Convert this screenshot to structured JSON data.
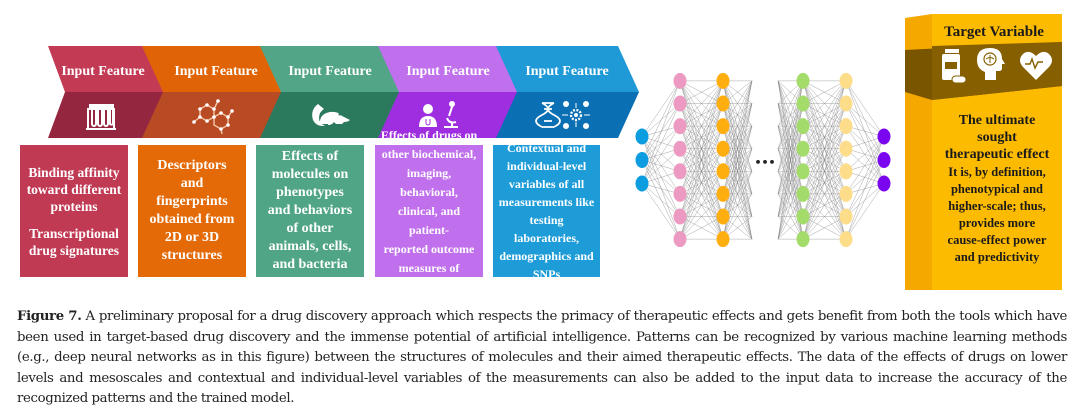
{
  "input_features": [
    {
      "title": "Input Feature",
      "icon": "test-tubes-icon",
      "color_top": "#c33a55",
      "color_bottom": "#952640",
      "box_color": "#c13a54",
      "paragraphs": [
        "Binding affinity\ntoward different\nproteins",
        "Transcriptional\ndrug signatures"
      ]
    },
    {
      "title": "Input Feature",
      "icon": "molecule-icon",
      "color_top": "#e06405",
      "color_bottom": "#b84a24",
      "box_color": "#e36a07",
      "paragraphs": [
        "Descriptors\nand\nfingerprints\nobtained from\n2D or 3D\nstructures"
      ]
    },
    {
      "title": "Input Feature",
      "icon": "mouse-icon",
      "color_top": "#52a587",
      "color_bottom": "#2c7a5e",
      "box_color": "#51a587",
      "paragraphs": [
        "Effects of\nmolecules on\nphenotypes\nand behaviors\nof other\nanimals, cells,\nand bacteria"
      ]
    },
    {
      "title": "Input Feature",
      "icon": "doctor-microscope-icon",
      "color_top": "#c070ec",
      "color_bottom": "#9f2ee0",
      "box_color": "#c070ec",
      "paragraphs": [
        "Effects of drugs on\nother biochemical,\nimaging, behavioral,\nclinical, and patient-\nreported outcome\nmeasures of humans"
      ]
    },
    {
      "title": "Input Feature",
      "icon": "dna-network-icon",
      "color_top": "#1f9ad6",
      "color_bottom": "#0a6fb3",
      "box_color": "#1d9cd8",
      "paragraphs": [
        "Contextual and\nindividual-level\nvariables of all\nmeasurements like\ntesting laboratories,\ndemographics and\nSNPs"
      ]
    }
  ],
  "network": {
    "ellipsis": "•••",
    "layers": [
      {
        "name": "input",
        "nodes": 3,
        "color": "#0b9ddf"
      },
      {
        "name": "hidden-1",
        "nodes": 8,
        "color": "#ec9ac1"
      },
      {
        "name": "hidden-2",
        "nodes": 8,
        "color": "#ffae10"
      },
      {
        "name": "hidden-n-1",
        "nodes": 8,
        "color": "#a4dc6c"
      },
      {
        "name": "hidden-n",
        "nodes": 8,
        "color": "#fddc8a"
      },
      {
        "name": "output",
        "nodes": 3,
        "color": "#7a06f0"
      }
    ]
  },
  "target": {
    "title": "Target Variable",
    "icons": [
      "pill-bottle-icon",
      "brain-head-icon",
      "heart-pulse-icon"
    ],
    "main": "The ultimate\nsought\ntherapeutic effect",
    "detail": "It is, by definition,\nphenotypical and\nhigher-scale; thus,\nprovides more\ncause-effect power\nand predictivity",
    "color": "#fdbb00",
    "band_color": "#7a5500"
  },
  "caption": {
    "label": "Figure 7.",
    "text": " A preliminary proposal for a drug discovery approach which respects the primacy of therapeutic effects and gets benefit from both the tools which have been used in target-based drug discovery and the immense potential of artificial intelligence. Patterns can be recognized by various machine learning methods (e.g., deep neural networks as in this figure) between the structures of molecules and their aimed therapeutic effects. The data of the effects of drugs on lower levels and mesoscales and contextual and individual-level variables of the measurements can also be added to the input data to increase the accuracy of the recognized patterns and the trained model."
  }
}
